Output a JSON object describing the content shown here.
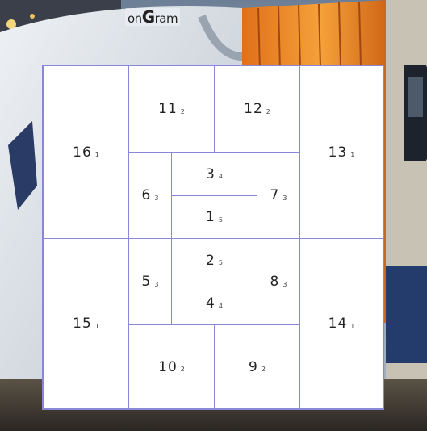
{
  "logo": {
    "prefix": "on",
    "mark": "G",
    "suffix": "ram"
  },
  "tiles": [
    {
      "id": "16",
      "num": "16",
      "sub": "1"
    },
    {
      "id": "11",
      "num": "11",
      "sub": "2"
    },
    {
      "id": "12",
      "num": "12",
      "sub": "2"
    },
    {
      "id": "13",
      "num": "13",
      "sub": "1"
    },
    {
      "id": "6",
      "num": "6",
      "sub": "3"
    },
    {
      "id": "3",
      "num": "3",
      "sub": "4"
    },
    {
      "id": "7",
      "num": "7",
      "sub": "3"
    },
    {
      "id": "1",
      "num": "1",
      "sub": "5"
    },
    {
      "id": "15",
      "num": "15",
      "sub": "1"
    },
    {
      "id": "5",
      "num": "5",
      "sub": "3"
    },
    {
      "id": "2",
      "num": "2",
      "sub": "5"
    },
    {
      "id": "8",
      "num": "8",
      "sub": "3"
    },
    {
      "id": "4",
      "num": "4",
      "sub": "4"
    },
    {
      "id": "14",
      "num": "14",
      "sub": "1"
    },
    {
      "id": "10",
      "num": "10",
      "sub": "2"
    },
    {
      "id": "9",
      "num": "9",
      "sub": "2"
    }
  ]
}
